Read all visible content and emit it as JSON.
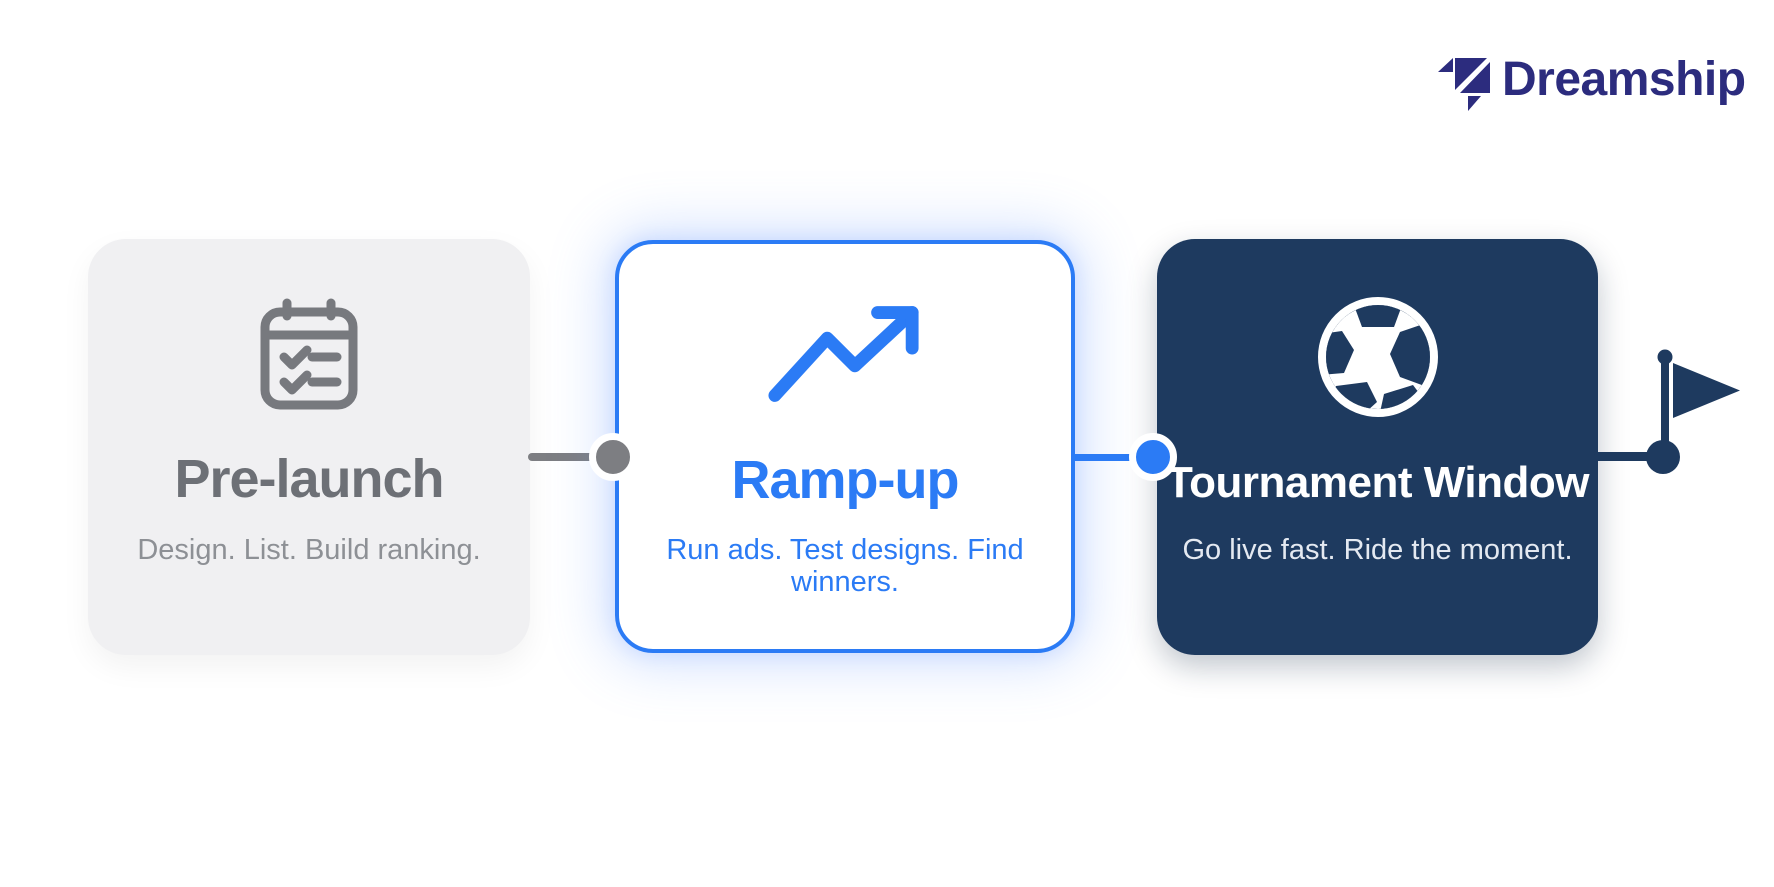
{
  "logo": {
    "name": "Dreamship"
  },
  "stages": [
    {
      "title": "Pre-launch",
      "subtitle": "Design. List. Build ranking.",
      "icon": "calendar-checklist-icon"
    },
    {
      "title": "Ramp-up",
      "subtitle": "Run ads. Test designs. Find winners.",
      "icon": "trending-up-icon"
    },
    {
      "title": "Tournament Window",
      "subtitle": "Go live fast. Ride the moment.",
      "icon": "soccer-ball-icon"
    }
  ],
  "colors": {
    "accent-blue": "#2b7bf5",
    "navy": "#1e3a5f",
    "logo-indigo": "#2c2c7e",
    "muted-gray": "#7d7e82",
    "card1-bg": "#f0f0f2",
    "card2-bg": "#ffffff",
    "page-bg": "#ffffff",
    "title-gray": "#6d7076",
    "subtitle-gray": "#8d9095",
    "subtitle-light": "#e4e9f1",
    "title-white": "#ffffff",
    "icon-gray": "#77797e"
  }
}
